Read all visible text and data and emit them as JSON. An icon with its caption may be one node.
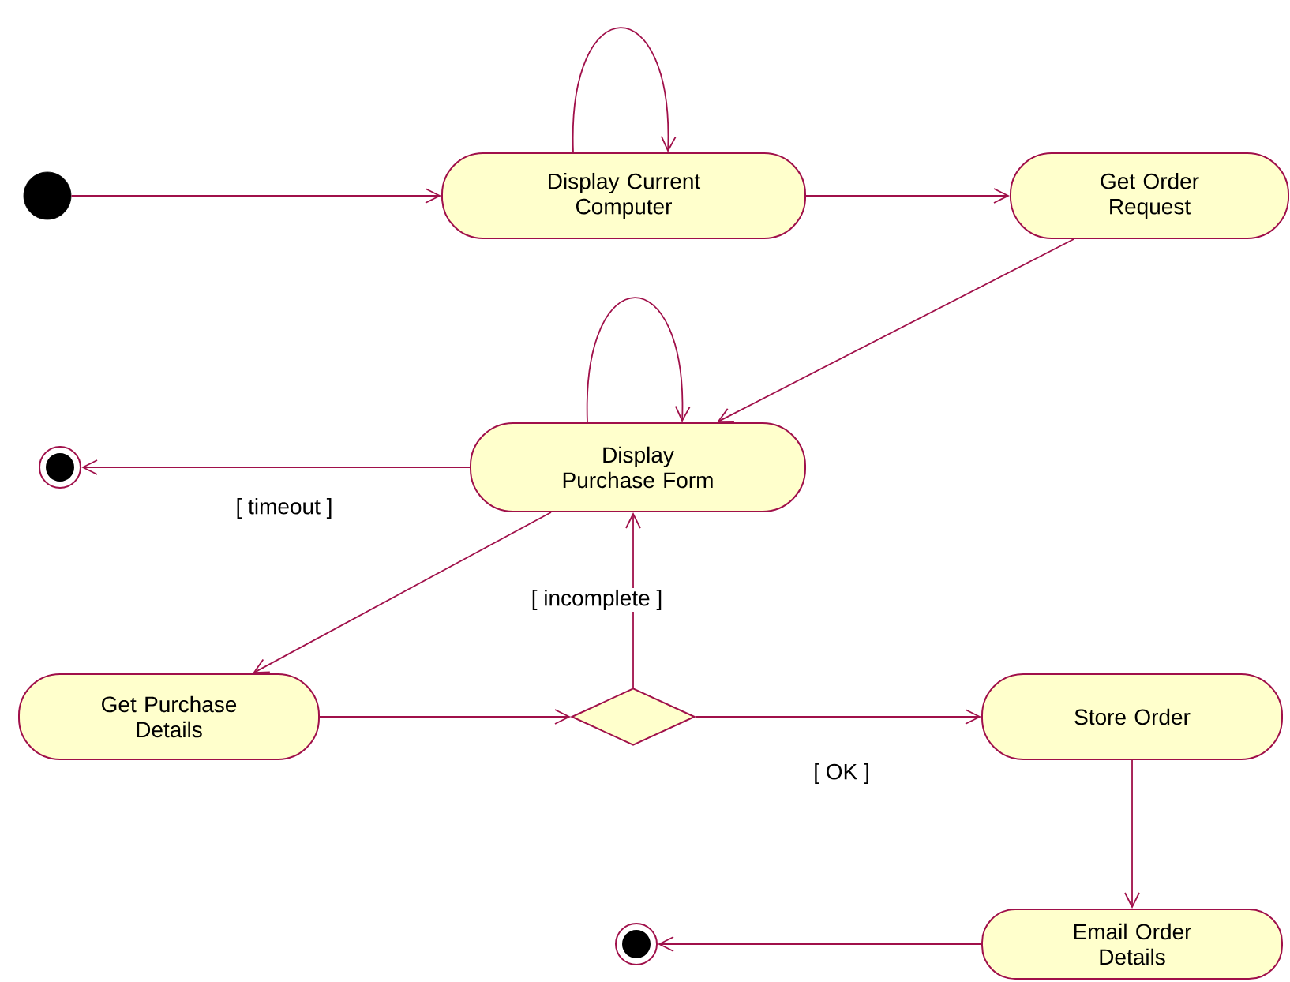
{
  "diagram": {
    "nodes": [
      {
        "text": [],
        "shape": "circle"
      },
      {
        "text": [
          "Display Current Computer"
        ]
      },
      {
        "text": [
          "Get Order Request"
        ]
      },
      {
        "text": [],
        "shape": "bullseye"
      },
      {
        "text": [
          "Display Purchase Form"
        ]
      },
      {
        "text": [
          "Get Purchase Details"
        ]
      },
      {
        "text": [],
        "shape": "diamond"
      },
      {
        "text": [
          "Store Order"
        ]
      },
      {
        "text": [],
        "shape": "bullseye"
      },
      {
        "text": [
          "Email Order Details"
        ]
      }
    ],
    "edges": [
      {
        "from": 0,
        "to": 1,
        "arrow": "to"
      },
      {
        "from": 1,
        "to": 1,
        "arrow": "to"
      },
      {
        "from": 1,
        "to": 2,
        "arrow": "to"
      },
      {
        "from": 2,
        "to": 4,
        "arrow": "to"
      },
      {
        "from": 4,
        "to": 4,
        "arrow": "to"
      },
      {
        "from": 4,
        "to": 3,
        "arrow": "to",
        "label": "[ timeout ]"
      },
      {
        "from": 4,
        "to": 5,
        "arrow": "to"
      },
      {
        "from": 5,
        "to": 6,
        "arrow": "to"
      },
      {
        "from": 6,
        "to": 4,
        "arrow": "to",
        "label": "[ incomplete ]"
      },
      {
        "from": 6,
        "to": 7,
        "arrow": "to",
        "label": "[ OK ]"
      },
      {
        "from": 7,
        "to": 9,
        "arrow": "to"
      },
      {
        "from": 9,
        "to": 8,
        "arrow": "to"
      }
    ]
  }
}
